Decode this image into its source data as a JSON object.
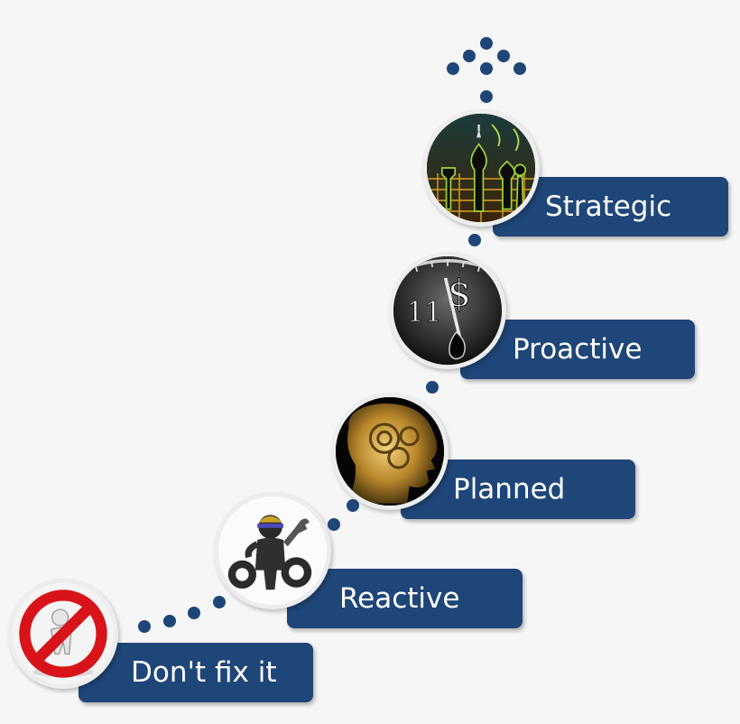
{
  "steps": [
    {
      "label": "Don't fix it",
      "icon": "no-sign-person-icon"
    },
    {
      "label": "Reactive",
      "icon": "repairman-with-wrench-icon"
    },
    {
      "label": "Planned",
      "icon": "head-with-gears-icon"
    },
    {
      "label": "Proactive",
      "icon": "clock-dollar-icon"
    },
    {
      "label": "Strategic",
      "icon": "chess-pieces-icon"
    }
  ],
  "colors": {
    "label_background": "#1f4678",
    "label_text": "#ffffff",
    "dot": "#1f4678",
    "background": "#f6f6f6"
  }
}
